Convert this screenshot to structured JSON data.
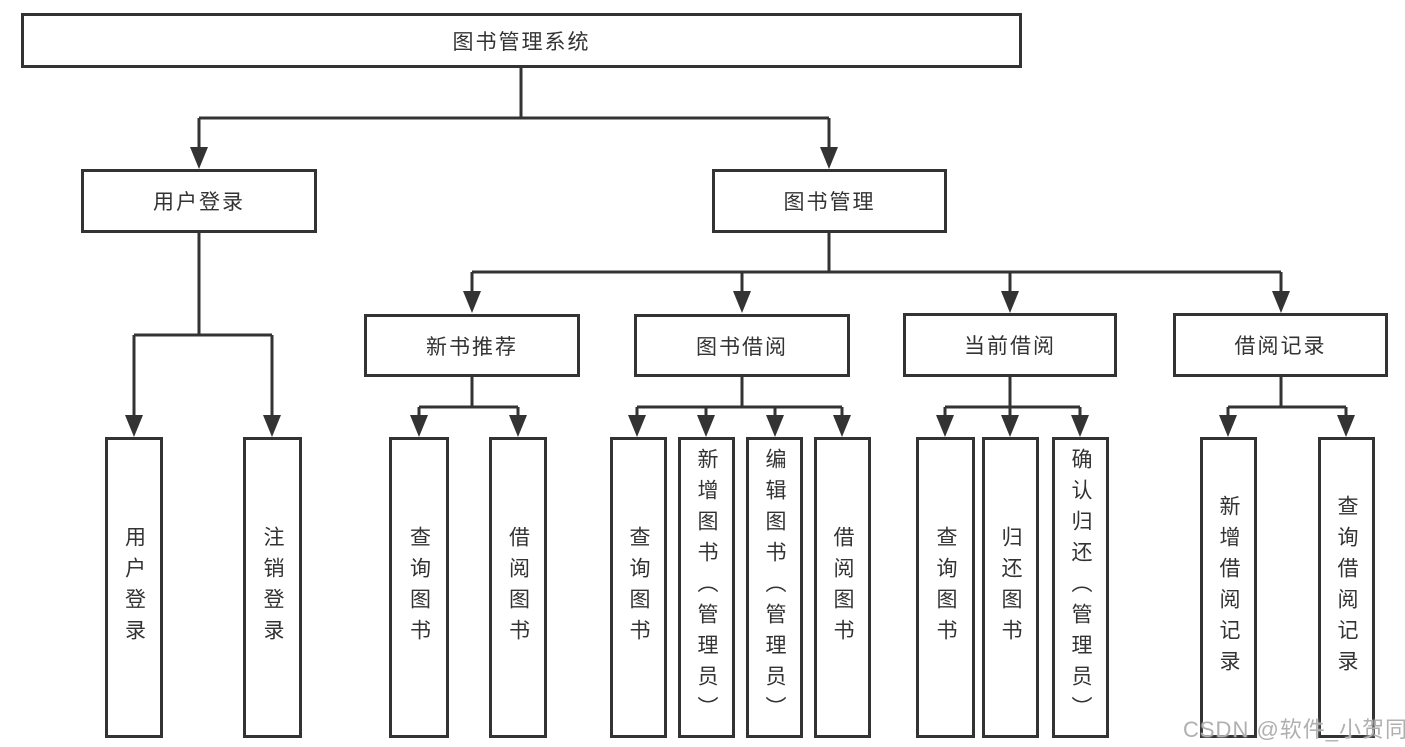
{
  "diagram": {
    "root_label": "图书管理系统",
    "user_login": {
      "label": "用户登录",
      "children": [
        "用户登录",
        "注销登录"
      ]
    },
    "book_manage": {
      "label": "图书管理",
      "children": [
        {
          "label": "新书推荐",
          "children": [
            "查询图书",
            "借阅图书"
          ]
        },
        {
          "label": "图书借阅",
          "children": [
            "查询图书",
            "新增图书（管理员）",
            "编辑图书（管理员）",
            "借阅图书"
          ]
        },
        {
          "label": "当前借阅",
          "children": [
            "查询图书",
            "归还图书",
            "确认归还（管理员）"
          ]
        },
        {
          "label": "借阅记录",
          "children": [
            "新增借阅记录",
            "查询借阅记录"
          ]
        }
      ]
    },
    "watermark": "CSDN @软件_小贺同学",
    "colors": {
      "line": "#333333",
      "text": "#333333",
      "box_background": "#ffffff",
      "page_background": "#ffffff",
      "watermark": "#b0b0b0"
    }
  }
}
